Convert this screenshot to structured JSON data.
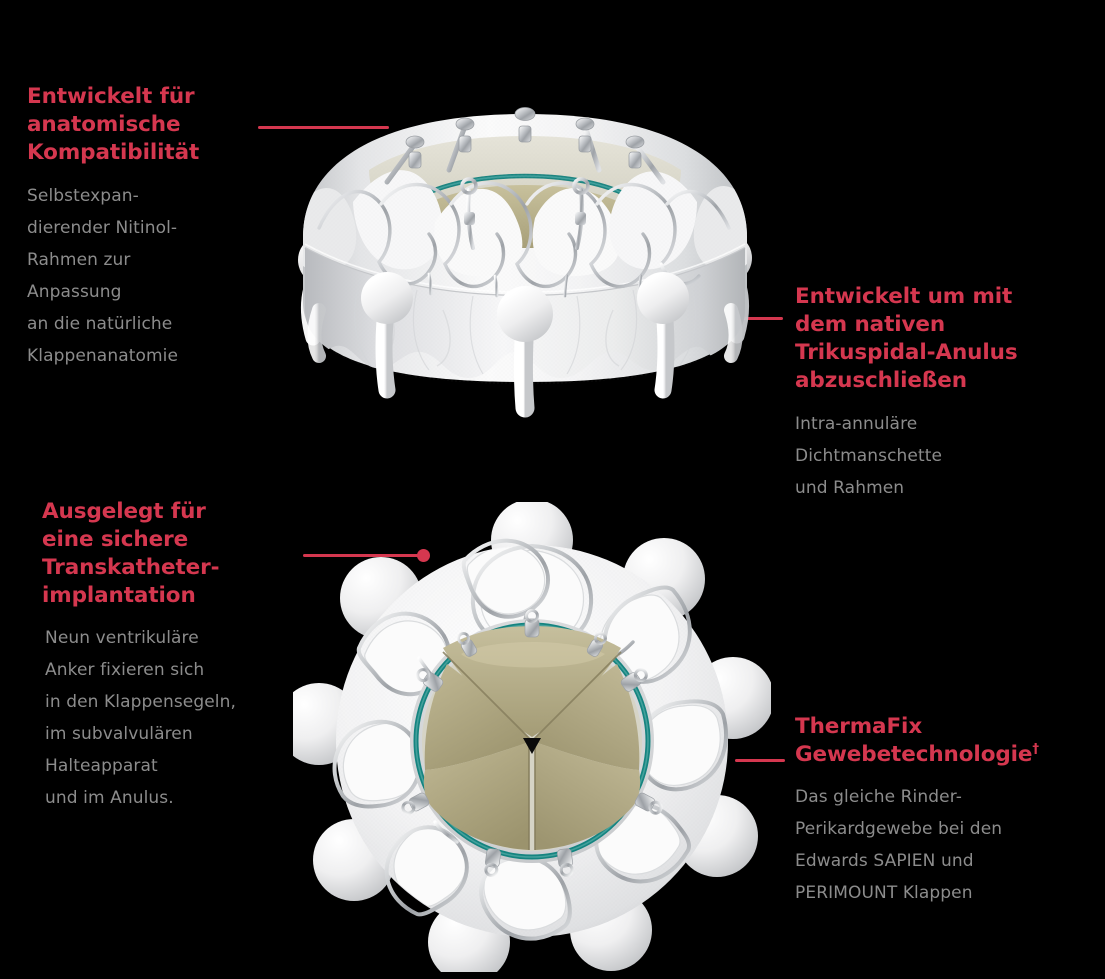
{
  "page": {
    "background_color": "#000000",
    "accent_color": "#d5374f",
    "body_text_color": "#8c8c8c",
    "language": "de"
  },
  "callouts": {
    "top_left": {
      "heading_lines": [
        "Entwickelt für",
        "anatomische",
        "Kompatibilität"
      ],
      "body_lines": [
        "Selbstexpan-",
        "dierender Nitinol-",
        "Rahmen zur",
        "Anpassung",
        "an die natürliche",
        "Klappenanatomie"
      ]
    },
    "top_right": {
      "heading_lines": [
        "Entwickelt um mit",
        "dem nativen",
        "Trikuspidal-Anulus",
        "abzuschließen"
      ],
      "body_lines": [
        "Intra-annuläre",
        "Dichtmanschette",
        "und Rahmen"
      ]
    },
    "bottom_left": {
      "heading_lines": [
        "Ausgelegt für",
        "eine sichere",
        "Transkatheter-",
        "implantation"
      ],
      "body_lines": [
        "Neun ventrikuläre",
        "Anker fixieren sich",
        "in den Klappensegeln,",
        "im subvalvulären",
        "Halteapparat",
        "und im Anulus."
      ]
    },
    "bottom_right": {
      "heading_lines": [
        "ThermaFix",
        "Gewebetechnologie"
      ],
      "heading_superscript": "†",
      "body_lines": [
        "Das gleiche Rinder-",
        "Perikardgewebe bei den",
        "Edwards SAPIEN und",
        "PERIMOUNT Klappen"
      ]
    }
  },
  "device_top": {
    "name": "Transkatheter-Herzklappe, Seitenansicht",
    "fabric_color": "#f2f2f2",
    "fabric_shadow_color": "#c9cacc",
    "nitinol_color": "#b9bcc0",
    "suture_ring_color": "#15807c",
    "leaflet_color": "#b3ab85",
    "anchor_count_visible": 6,
    "crown_post_count": 5
  },
  "device_bottom": {
    "name": "Transkatheter-Herzklappe, Aufsicht",
    "fabric_color": "#f3f3f3",
    "nitinol_color": "#b5b8bc",
    "suture_ring_color": "#157f7b",
    "leaflet_color": "#a9a179",
    "anchor_count": 9,
    "leaflet_count": 3
  }
}
